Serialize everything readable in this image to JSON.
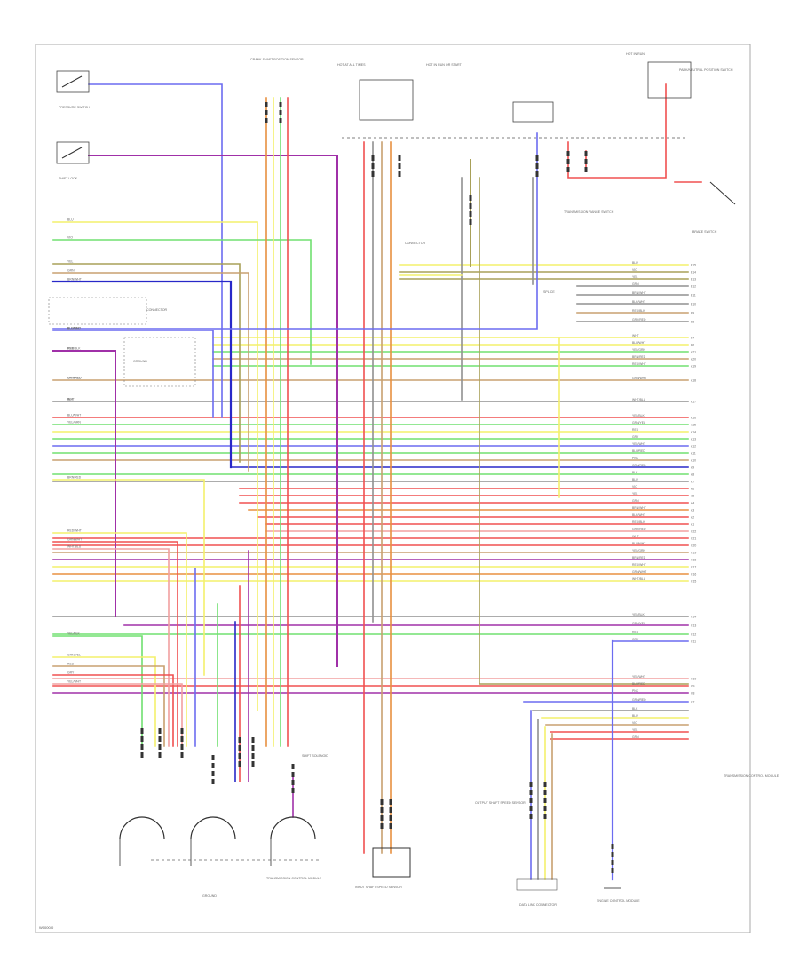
{
  "footer_code": "W0000-0",
  "sheet_labels": {
    "fuse_hot_at_all_times": "HOT AT ALL TIMES",
    "fuse_hot_in_run": "HOT IN RUN OR START",
    "fuse_hot_in_run2": "HOT IN RUN",
    "crank_sensor": "CRANK SHAFT POSITION SENSOR",
    "tcm": "TRANSMISSION CONTROL MODULE",
    "pressure_switch": "PRESSURE SWITCH",
    "shift_solenoid": "SHIFT SOLENOID",
    "input_shaft_speed": "INPUT SHAFT SPEED SENSOR",
    "output_shaft_speed": "OUTPUT SHAFT SPEED SENSOR",
    "ecm": "ENGINE CONTROL MODULE",
    "data_link": "DATA LINK CONNECTOR",
    "shift_lock": "SHIFT LOCK",
    "park_neutral": "PARK/NEUTRAL POSITION SWITCH",
    "trans_range": "TRANSMISSION RANGE SWITCH",
    "brake_switch": "BRAKE SWITCH",
    "ground": "GROUND",
    "splice": "SPLICE",
    "connector": "CONNECTOR"
  },
  "wire_colors": {
    "blue": "#6c6cf0",
    "purple": "#a030a8",
    "yellow": "#f4f06c",
    "green": "#70e070",
    "olive": "#a8a058",
    "red": "#f05050",
    "pink": "#f2a0a0",
    "tan": "#c8a070",
    "gray": "#909090",
    "dark_blue": "#2828c8",
    "orange": "#e89040",
    "frame": "#a0a0a0"
  },
  "pin_labels_left": [
    "BLU",
    "VIO",
    "YEL",
    "GRN",
    "BRN/WHT",
    "BLK/WHT",
    "RED/BLK",
    "GRY/RED",
    "WHT",
    "BLU/WHT",
    "YEL/GRN",
    "BRN/RED",
    "RED/WHT",
    "GRN/WHT",
    "WHT/BLU",
    "YEL/BLK",
    "GRN/YEL",
    "RED",
    "GRY",
    "YEL/WHT",
    "BLU/RED",
    "PNK",
    "GRN/RED",
    "BLK"
  ],
  "pin_labels_right": [
    "B15",
    "B14",
    "B13",
    "B12",
    "B11",
    "B10",
    "B9",
    "B8",
    "B7",
    "B6",
    "A21",
    "A20",
    "A19",
    "A18",
    "A17",
    "A16",
    "A15",
    "A14",
    "A13",
    "A12",
    "A11",
    "A10",
    "A9",
    "A8",
    "A7",
    "A6",
    "A5",
    "A4",
    "A3",
    "A2",
    "A1",
    "C22",
    "C21",
    "C20",
    "C19",
    "C18",
    "C17",
    "C16",
    "C15",
    "C14",
    "C13",
    "C12",
    "C11",
    "C10",
    "C9",
    "C8",
    "C7"
  ]
}
